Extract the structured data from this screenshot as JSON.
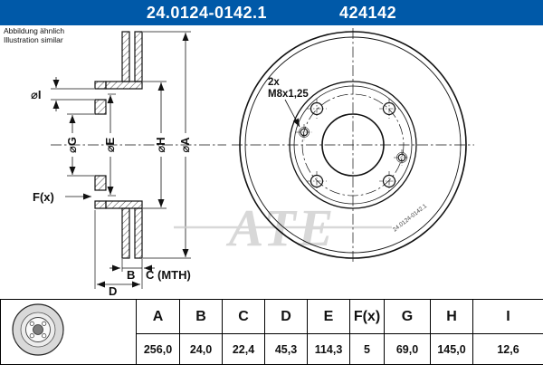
{
  "header": {
    "part_number": "24.0124-0142.1",
    "ref_number": "424142"
  },
  "note": {
    "line1": "Abbildung ähnlich",
    "line2": "Illustration similar"
  },
  "drawing": {
    "annotation": {
      "line1": "2x",
      "line2": "M8x1,25"
    },
    "dims": {
      "a": "⌀A",
      "h": "⌀H",
      "e": "⌀E",
      "g": "⌀G",
      "i": "⌀I",
      "f": "F(x)",
      "b": "B",
      "c": "C (MTH)",
      "d": "D"
    },
    "watermark": "ATE",
    "etched_text": "24.0124-0142.1"
  },
  "colors": {
    "header_bg": "#0059a8",
    "line": "#111111",
    "watermark": "#cbcbcb"
  },
  "table": {
    "headers": [
      "A",
      "B",
      "C",
      "D",
      "E",
      "F(x)",
      "G",
      "H",
      "I"
    ],
    "values": [
      "256,0",
      "24,0",
      "22,4",
      "45,3",
      "114,3",
      "5",
      "69,0",
      "145,0",
      "12,6"
    ]
  }
}
